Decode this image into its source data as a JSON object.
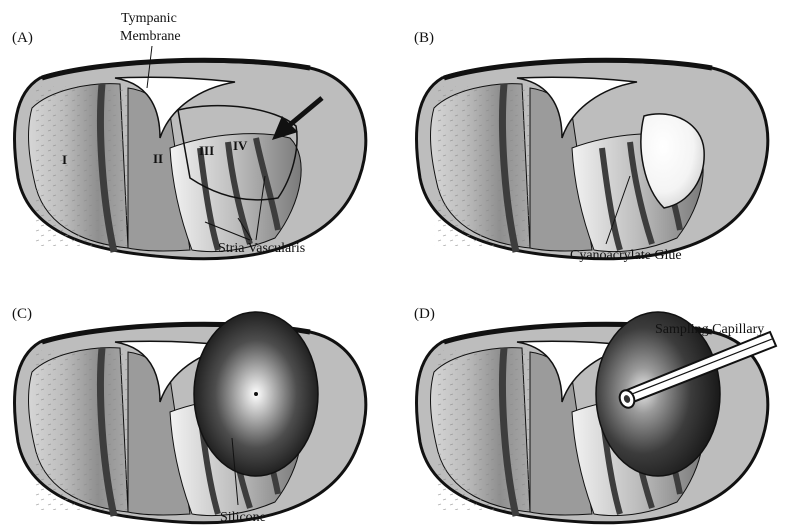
{
  "panels": [
    {
      "label": "(A)"
    },
    {
      "label": "(B)"
    },
    {
      "label": "(C)"
    },
    {
      "label": "(D)"
    }
  ],
  "annotations": {
    "tympanic_line1": "Tympanic",
    "tympanic_line2": "Membrane",
    "stria": "Stria Vascularis",
    "glue": "Cyanoacrylate Glue",
    "silicone": "Silicone",
    "capillary": "Sampling Capillary"
  },
  "regions": [
    "I",
    "II",
    "III",
    "IV"
  ],
  "colors": {
    "outline": "#111111",
    "cavity": "#bcbcbc",
    "stria_band": "#3d3d3d",
    "background": "#ffffff"
  },
  "icons": [
    "arrow-icon"
  ]
}
